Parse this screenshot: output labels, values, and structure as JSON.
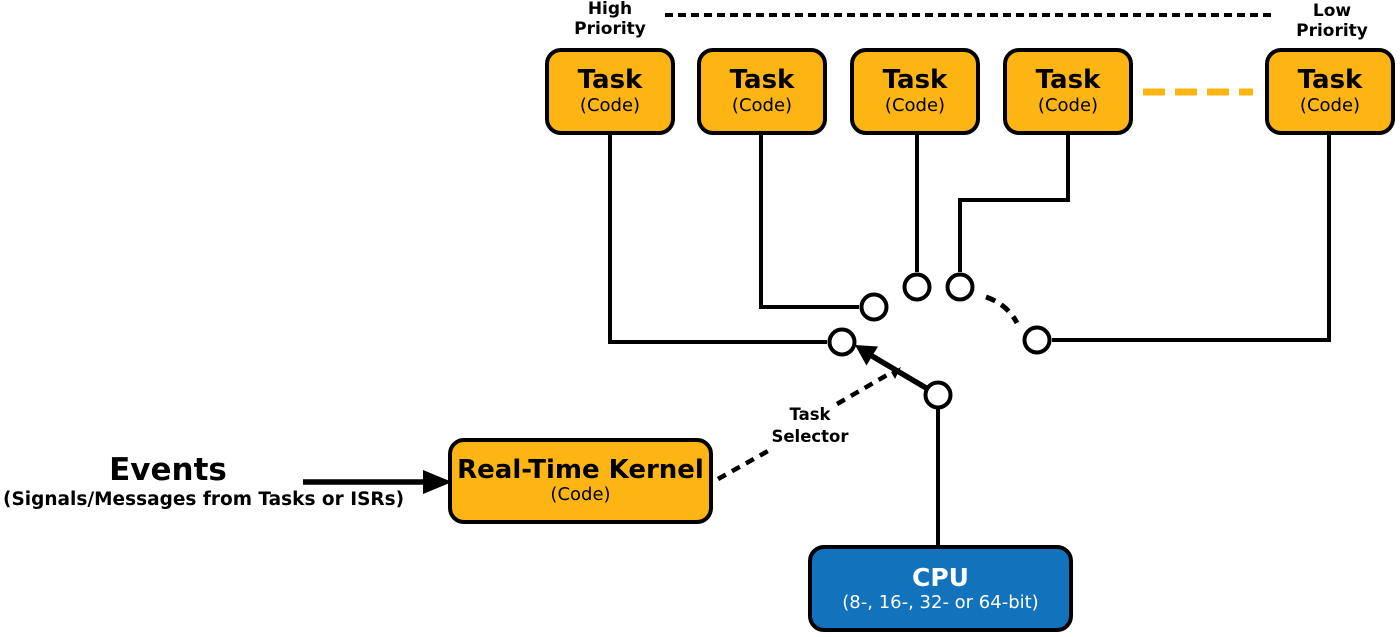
{
  "colors": {
    "task-fill": "#FCB513",
    "cpu-fill": "#1272BC",
    "wire": "#000000",
    "orange-dash": "#FCB513"
  },
  "priority": {
    "high": "High\nPriority",
    "low": "Low\nPriority"
  },
  "tasks": [
    {
      "title": "Task",
      "subtitle": "(Code)"
    },
    {
      "title": "Task",
      "subtitle": "(Code)"
    },
    {
      "title": "Task",
      "subtitle": "(Code)"
    },
    {
      "title": "Task",
      "subtitle": "(Code)"
    },
    {
      "title": "Task",
      "subtitle": "(Code)"
    }
  ],
  "kernel": {
    "title": "Real-Time Kernel",
    "subtitle": "(Code)"
  },
  "cpu": {
    "title": "CPU",
    "subtitle": "(8-, 16-, 32- or 64-bit)"
  },
  "events": {
    "title": "Events",
    "subtitle": "(Signals/Messages from Tasks or ISRs)"
  },
  "task_selector": "Task\nSelector"
}
